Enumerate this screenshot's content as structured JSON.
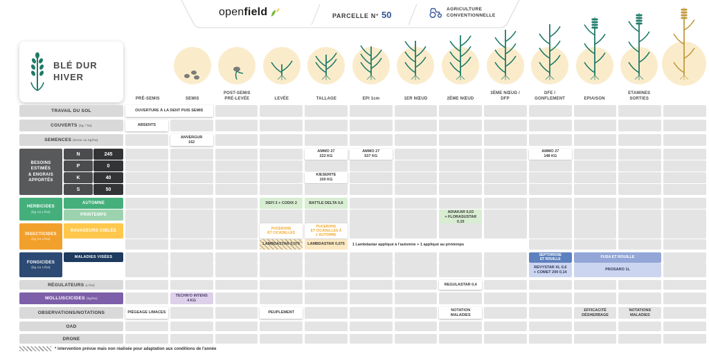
{
  "header": {
    "logo_open": "open",
    "logo_field": "field",
    "parcel_label": "PARCELLE N°",
    "parcel_number": "50",
    "agri_line1": "AGRICULTURE",
    "agri_line2": "CONVENTIONNELLE"
  },
  "crop": {
    "line1": "BLÉ DUR",
    "line2": "HIVER"
  },
  "columns": 13,
  "stages": [
    {
      "label": "PRÉ-SEMIS",
      "art": "none"
    },
    {
      "label": "SEMIS",
      "art": "seeds"
    },
    {
      "label": "POST-SEMIS\nPRÉ-LEVÉE",
      "art": "sprout"
    },
    {
      "label": "LEVÉE",
      "art": "germination"
    },
    {
      "label": "TALLAGE",
      "art": "tillering"
    },
    {
      "label": "EPI 1cm",
      "art": "plant5"
    },
    {
      "label": "1ER NŒUD",
      "art": "plant6"
    },
    {
      "label": "2ÈME NŒUD",
      "art": "plant7"
    },
    {
      "label": "3ÈME NŒUD /\nDFP",
      "art": "plant8"
    },
    {
      "label": "DFE /\nGONFLEMENT",
      "art": "booting"
    },
    {
      "label": "EPIAISON",
      "art": "heading"
    },
    {
      "label": "ETAMINES\nSORTIES",
      "art": "flowering"
    },
    {
      "label": "",
      "art": "mature"
    }
  ],
  "rows": [
    {
      "kind": "simple",
      "name": "travail-du-sol",
      "label": "TRAVAIL DU SOL",
      "unit": "",
      "labelClass": "lbl-gray",
      "height": 17,
      "cells": [
        {
          "col": 1,
          "span": 2,
          "text": "OUVERTURE À LA DENT PUIS SEMIS",
          "cls": "chip-white"
        }
      ]
    },
    {
      "kind": "simple",
      "name": "couverts",
      "label": "COUVERTS",
      "unit": "(kg / ha)",
      "labelClass": "lbl-gray",
      "height": 17,
      "cells": [
        {
          "col": 1,
          "text": "ABSENTS",
          "cls": "chip-white"
        }
      ]
    },
    {
      "kind": "simple",
      "name": "semences",
      "label": "SEMENCES",
      "unit": "(Dose ou kg/ha)",
      "labelClass": "lbl-gray",
      "height": 17,
      "cells": [
        {
          "col": 2,
          "text": "ANVERGUR\n162",
          "cls": "chip-white"
        }
      ]
    },
    {
      "kind": "besoins",
      "name": "besoins",
      "label": "BESOINS\nESTIMÉS\n& ENGRAIS\nAPPORTÉS",
      "labelClass": "lbl-dark",
      "subrows": [
        {
          "key": "N",
          "value": "245",
          "height": 16,
          "cells": [
            {
              "col": 5,
              "text": "AMMO 27\n222 KG",
              "cls": "chip-white"
            },
            {
              "col": 6,
              "text": "AMMO 27\n537 KG",
              "cls": "chip-white"
            },
            {
              "col": 10,
              "text": "AMMO 27\n148 KG",
              "cls": "chip-white"
            }
          ]
        },
        {
          "key": "P",
          "value": "0",
          "height": 16,
          "cells": []
        },
        {
          "key": "K",
          "value": "40",
          "height": 16,
          "cells": [
            {
              "col": 5,
              "text": "KIESERITE\n100 KG",
              "cls": "chip-white"
            }
          ]
        },
        {
          "key": "S",
          "value": "50",
          "height": 16,
          "cells": []
        }
      ]
    },
    {
      "kind": "group",
      "name": "herbicides",
      "label": "HERBICIDES",
      "unit": "(kg ou L/ha)",
      "labelClass": "lbl-green",
      "subrows": [
        {
          "sideLabel": "AUTOMNE",
          "sideClass": "side-green",
          "height": 16,
          "cells": [
            {
              "col": 4,
              "text": "DEFI 3 + CODIX 2",
              "cls": "chip-green"
            },
            {
              "col": 5,
              "text": "BATTLE DELTA 0,6",
              "cls": "chip-green"
            }
          ]
        },
        {
          "sideLabel": "PRINTEMPS",
          "sideClass": "side-green-light",
          "height": 16,
          "cells": [
            {
              "col": 8,
              "text": "ADIAKAR 0,03\n+ FLORASUSTAR 0,15",
              "cls": "chip-green"
            }
          ]
        }
      ]
    },
    {
      "kind": "group",
      "name": "insecticides",
      "label": "INSECTICIDES",
      "unit": "(kg ou L/ha)",
      "labelClass": "lbl-orange",
      "subrows": [
        {
          "sideLabel": "RAVAGEURS CIBLÉS",
          "sideClass": "side-yellow",
          "height": 22,
          "cells": [
            {
              "col": 4,
              "text": "PUCERONS\nET CICADELLES",
              "cls": "chip-target"
            },
            {
              "col": 5,
              "text": "PUCERONS\nET CICADELLES À\nL'AUTOMNE",
              "cls": "chip-target"
            }
          ]
        },
        {
          "sideLabel": "",
          "sideClass": "side-empty",
          "height": 15,
          "cells": [
            {
              "col": 4,
              "text": "LAMBDASTAR 0,075",
              "cls": "chip-yellow hatch"
            },
            {
              "col": 5,
              "text": "LAMBDASTAR 0,075",
              "cls": "chip-yellow"
            },
            {
              "col": 6,
              "span": 4,
              "text": "1 Lambdastar appliqué à l'automne + 1 appliqué au printemps",
              "cls": "cell-note"
            }
          ]
        }
      ]
    },
    {
      "kind": "group",
      "name": "fongicides",
      "label": "FONGICIDES",
      "unit": "(kg ou L/ha)",
      "labelClass": "lbl-navy",
      "subrows": [
        {
          "sideLabel": "MALADIES VISÉES",
          "sideClass": "side-navy",
          "height": 14,
          "cells": [
            {
              "col": 10,
              "text": "SEPTORIOSE\nET ROUILLE",
              "cls": "chip-blue-mid"
            },
            {
              "col": 11,
              "span": 2,
              "text": "FUSA ET ROUILLE",
              "cls": "chip-blue-soft"
            }
          ]
        },
        {
          "sideLabel": "",
          "sideClass": "side-empty",
          "height": 21,
          "cells": [
            {
              "col": 10,
              "text": "REVYSTAR XL 0,6\n+ COMET 200 0,14",
              "cls": "chip-blue-pale"
            },
            {
              "col": 11,
              "span": 2,
              "text": "PROSARO 1L",
              "cls": "chip-blue-pale"
            }
          ]
        }
      ]
    },
    {
      "kind": "simple",
      "name": "regulateurs",
      "label": "RÉGULATEURS",
      "unit": "(L/ha)",
      "labelClass": "lbl-gray",
      "height": 14,
      "cells": [
        {
          "col": 8,
          "text": "REGULASTAR 0,4",
          "cls": "chip-white"
        }
      ]
    },
    {
      "kind": "simple",
      "name": "molluscicides",
      "label": "MOLLUSCICIDES",
      "unit": "(kg/ha)",
      "labelClass": "lbl-purple",
      "height": 17,
      "cells": [
        {
          "col": 2,
          "text": "TECHN'O INTENS\n4 KG",
          "cls": "chip-purple"
        }
      ]
    },
    {
      "kind": "simple",
      "name": "observations",
      "label": "OBSERVATIONS/NOTATIONS",
      "unit": "",
      "labelClass": "lbl-gray",
      "height": 17,
      "cells": [
        {
          "col": 1,
          "text": "PIÉGEAGE LIMACES",
          "cls": "chip-white"
        },
        {
          "col": 4,
          "text": "PEUPLEMENT",
          "cls": "chip-white"
        },
        {
          "col": 8,
          "text": "NOTATION\nMALADIES",
          "cls": "chip-white"
        },
        {
          "col": 11,
          "text": "EFFICACITÉ\nDÉSHERBAGE",
          "cls": "cell-graytext"
        },
        {
          "col": 12,
          "text": "NOTATIONS\nMALADIES",
          "cls": "cell-graytext"
        }
      ]
    },
    {
      "kind": "simple",
      "name": "oad",
      "label": "OAD",
      "unit": "",
      "labelClass": "lbl-gray",
      "height": 14,
      "cells": []
    },
    {
      "kind": "simple",
      "name": "drone",
      "label": "DRONE",
      "unit": "",
      "labelClass": "lbl-gray",
      "height": 14,
      "cells": []
    }
  ],
  "footnote": {
    "text": "* intervention prévue mais non réalisée pour adaptation aux conditions de l'année"
  },
  "colors": {
    "green": "#45af7c",
    "green_light": "#9cd3ae",
    "orange": "#f2a02c",
    "yellow": "#ffc84d",
    "navy": "#2c4a73",
    "navy_dark": "#1e3a5f",
    "blue_mid": "#5d80be",
    "blue_soft": "#93a6d7",
    "purple": "#7c5fa8",
    "gray_label": "#d9d9d9",
    "gray_cell": "#e4e4e4",
    "circle": "#faeccb",
    "plant": "#1f7a68",
    "wheat_gold": "#c09a3e",
    "parcel_blue": "#2f5496"
  }
}
